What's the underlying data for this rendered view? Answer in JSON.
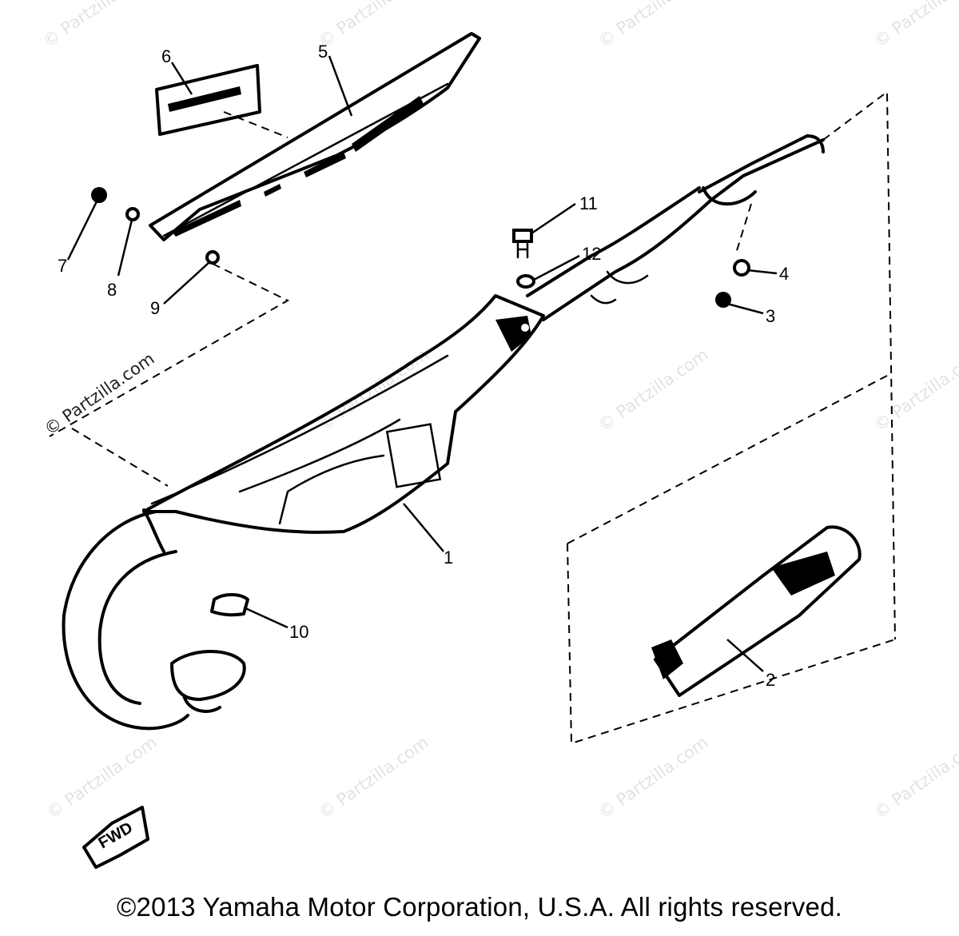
{
  "watermark": "© Partzilla.com",
  "callouts": [
    "1",
    "2",
    "3",
    "4",
    "5",
    "6",
    "7",
    "8",
    "9",
    "10",
    "11",
    "12"
  ],
  "fwd_label": "FWD",
  "copyright": "©2013 Yamaha Motor Corporation, U.S.A. All rights reserved."
}
